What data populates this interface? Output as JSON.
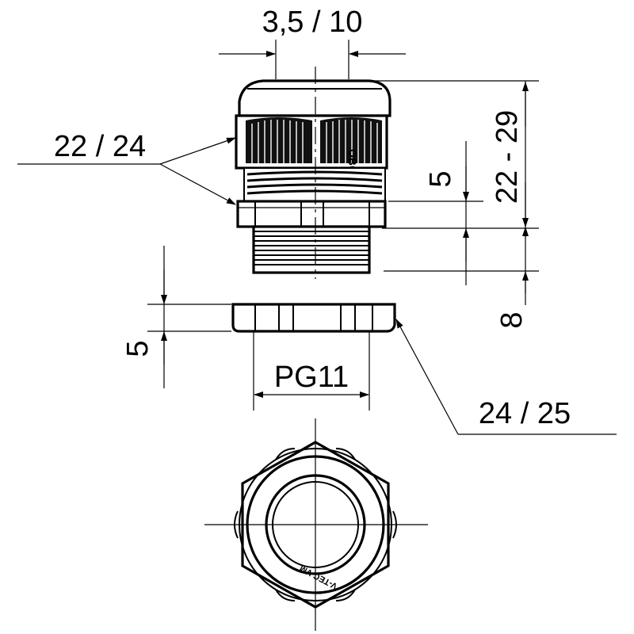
{
  "dimensions": {
    "cable_range": "3,5 / 10",
    "wrench_size_top": "22 / 24",
    "height_range": "22 - 29",
    "thread_ring_height": "5",
    "thread_length": "8",
    "nut_height": "5",
    "thread_size": "PG11",
    "wrench_size_nut": "24 / 25"
  },
  "markings": {
    "body_marking": "V-TEC VM"
  },
  "colors": {
    "line": "#000000",
    "background": "#ffffff"
  }
}
